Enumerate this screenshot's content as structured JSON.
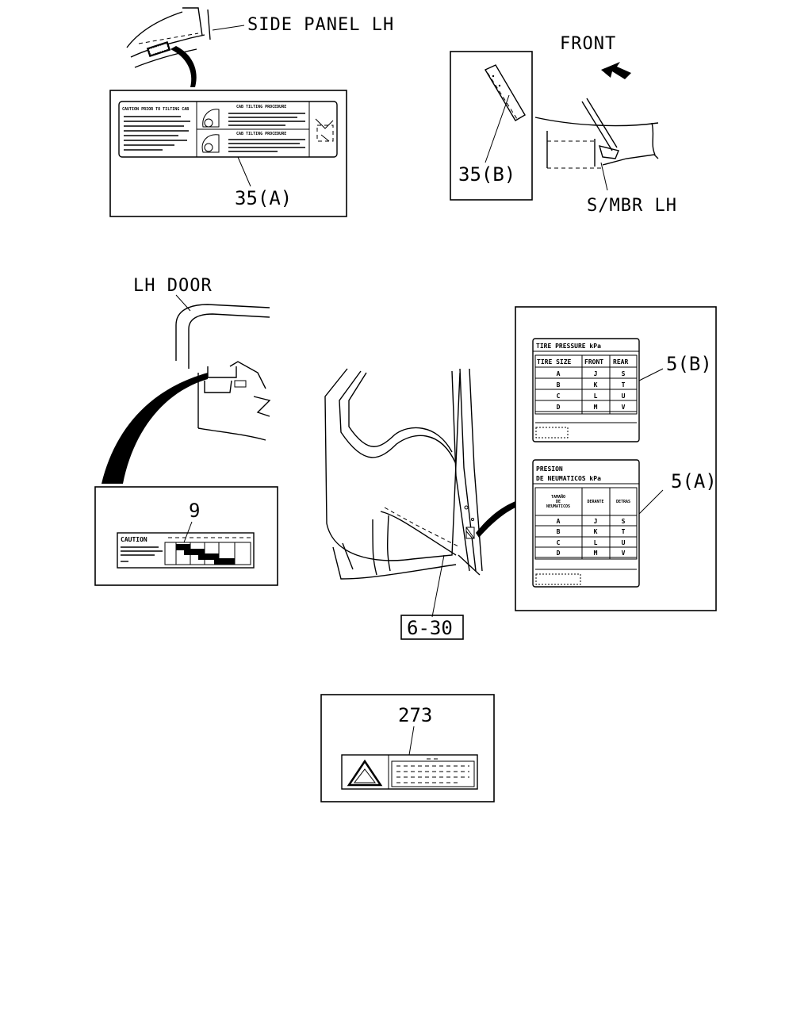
{
  "labels": {
    "side_panel_lh": "SIDE PANEL LH",
    "front": "FRONT",
    "s_mbr_lh": "S/MBR LH",
    "lh_door": "LH DOOR"
  },
  "callouts": {
    "c35a": "35(A)",
    "c35b": "35(B)",
    "c5b": "5(B)",
    "c5a": "5(A)",
    "c9": "9",
    "c630": "6-30",
    "c273": "273"
  },
  "label_35a": {
    "left_title": "CAUTION PRIOR TO TILTING CAB",
    "right_title_1": "CAB TILTING PROCEDURE",
    "right_title_2": "CAB TILTING PROCEDURE"
  },
  "label_9": {
    "title": "CAUTION"
  },
  "tire_table_b": {
    "title": "TIRE PRESSURE kPa",
    "headers": [
      "TIRE SIZE",
      "FRONT",
      "REAR"
    ],
    "rows": [
      [
        "A",
        "J",
        "S"
      ],
      [
        "B",
        "K",
        "T"
      ],
      [
        "C",
        "L",
        "U"
      ],
      [
        "D",
        "M",
        "V"
      ]
    ]
  },
  "tire_table_a": {
    "title_line1": "PRESION",
    "title_line2": "DE NEUMATICOS kPa",
    "header_col1_l1": "TAMAÑO",
    "header_col1_l2": "DE",
    "header_col1_l3": "NEUMATICOS",
    "header_col2": "DERANTE",
    "header_col3": "DETRAS",
    "rows": [
      [
        "A",
        "J",
        "S"
      ],
      [
        "B",
        "K",
        "T"
      ],
      [
        "C",
        "L",
        "U"
      ],
      [
        "D",
        "M",
        "V"
      ]
    ]
  }
}
